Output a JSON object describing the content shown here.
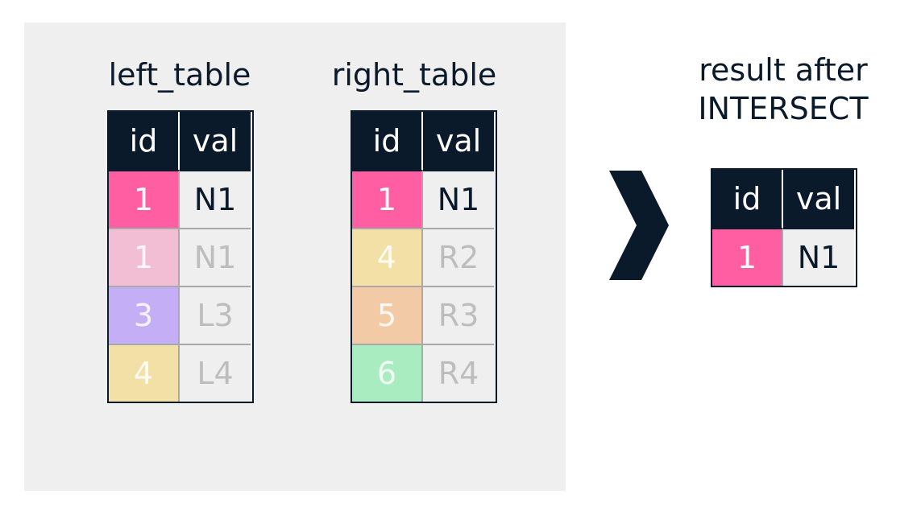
{
  "left_table": {
    "title": "left_table",
    "headers": {
      "id": "id",
      "val": "val"
    },
    "rows": [
      {
        "id": "1",
        "val": "N1",
        "color": "#ff5fa2",
        "faded": false
      },
      {
        "id": "1",
        "val": "N1",
        "color": "#f2bed3",
        "faded": true
      },
      {
        "id": "3",
        "val": "L3",
        "color": "#c4aef5",
        "faded": true
      },
      {
        "id": "4",
        "val": "L4",
        "color": "#f2e0a6",
        "faded": true
      }
    ]
  },
  "right_table": {
    "title": "right_table",
    "headers": {
      "id": "id",
      "val": "val"
    },
    "rows": [
      {
        "id": "1",
        "val": "N1",
        "color": "#ff5fa2",
        "faded": false
      },
      {
        "id": "4",
        "val": "R2",
        "color": "#f2e0a6",
        "faded": true
      },
      {
        "id": "5",
        "val": "R3",
        "color": "#f2cba6",
        "faded": true
      },
      {
        "id": "6",
        "val": "R4",
        "color": "#a8ecc0",
        "faded": true
      }
    ]
  },
  "result": {
    "title_line1": "result after",
    "title_line2": "INTERSECT",
    "headers": {
      "id": "id",
      "val": "val"
    },
    "rows": [
      {
        "id": "1",
        "val": "N1",
        "color": "#ff5fa2",
        "faded": false
      }
    ]
  },
  "arrow_icon": "chevron-right-icon",
  "colors": {
    "dark": "#0b1a2a",
    "panel": "#efefef"
  }
}
